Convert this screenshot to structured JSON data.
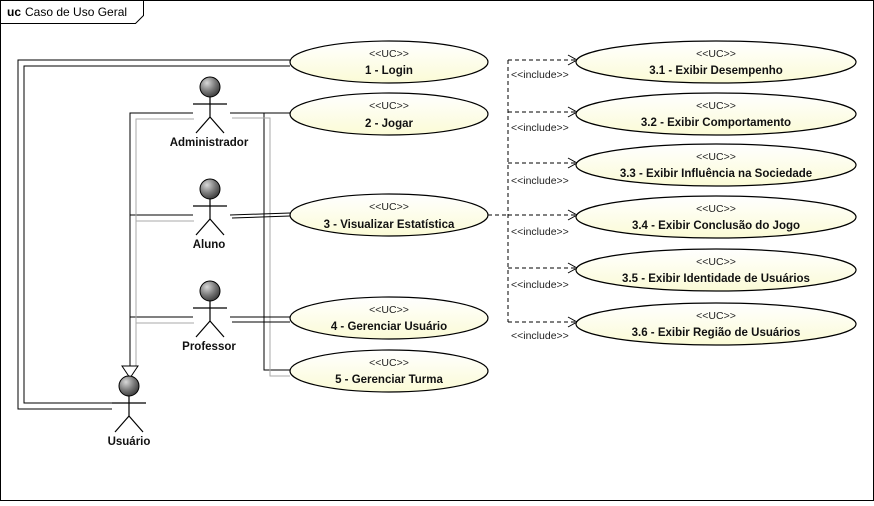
{
  "frame": {
    "keyword": "uc",
    "title": "Caso de Uso Geral"
  },
  "stereotype": "<<UC>>",
  "include_label": "<<include>>",
  "actors": [
    {
      "id": "administrador",
      "name": "Administrador"
    },
    {
      "id": "aluno",
      "name": "Aluno"
    },
    {
      "id": "professor",
      "name": "Professor"
    },
    {
      "id": "usuario",
      "name": "Usuário"
    }
  ],
  "use_cases": [
    {
      "id": "uc1",
      "name": "1 - Login"
    },
    {
      "id": "uc2",
      "name": "2 - Jogar"
    },
    {
      "id": "uc3",
      "name": "3 - Visualizar Estatística"
    },
    {
      "id": "uc4",
      "name": "4 - Gerenciar Usuário"
    },
    {
      "id": "uc5",
      "name": "5 - Gerenciar Turma"
    },
    {
      "id": "uc31",
      "name": "3.1 - Exibir Desempenho"
    },
    {
      "id": "uc32",
      "name": "3.2 - Exibir Comportamento"
    },
    {
      "id": "uc33",
      "name": "3.3 - Exibir Influência na Sociedade"
    },
    {
      "id": "uc34",
      "name": "3.4 - Exibir Conclusão do Jogo"
    },
    {
      "id": "uc35",
      "name": "3.5 - Exibir Identidade de Usuários"
    },
    {
      "id": "uc36",
      "name": "3.6 - Exibir Região de Usuários"
    }
  ],
  "colors": {
    "use_case_fill": "#fdfde3",
    "use_case_stroke": "#000000",
    "actor_head": "#6e6e6e",
    "line": "#000000"
  }
}
